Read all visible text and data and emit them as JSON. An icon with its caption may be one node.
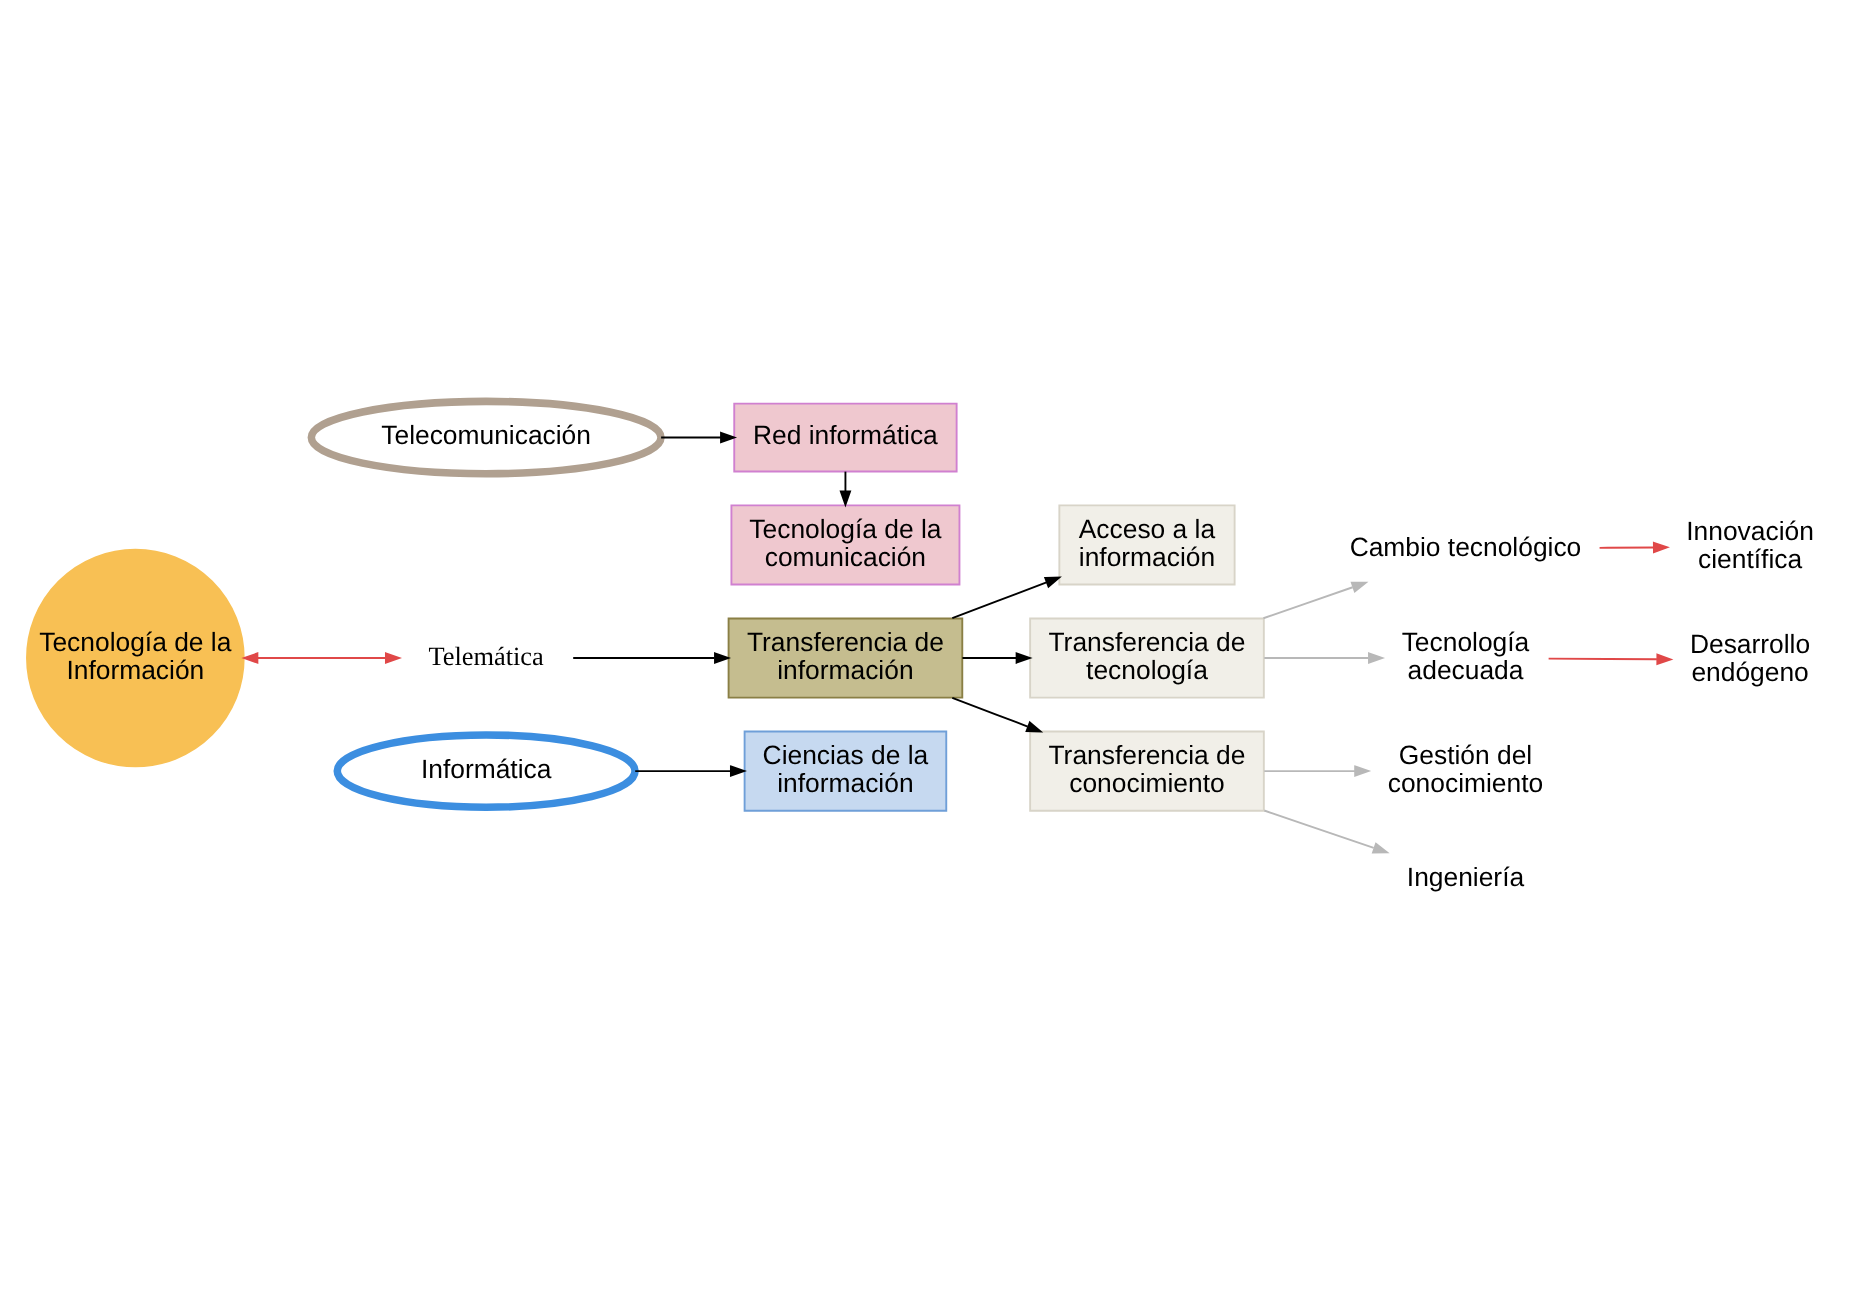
{
  "diagram": {
    "nodes": [
      {
        "text": [
          "Ciencias de la información"
        ]
      },
      {
        "text": [
          "Tecnología de la Información"
        ]
      },
      {
        "text": [
          "Informática"
        ]
      },
      {
        "text": [
          "Telemática"
        ]
      },
      {
        "text": [
          "Telecomunicación"
        ]
      },
      {
        "text": [
          "Red informática"
        ]
      },
      {
        "text": [
          "Tecnología de la comunicación"
        ]
      },
      {
        "text": [
          "Transferencia de información"
        ]
      },
      {
        "text": [
          "Acceso a la información"
        ]
      },
      {
        "text": [
          "Transferencia de tecnología"
        ]
      },
      {
        "text": [
          "Cambio tecnológico"
        ]
      },
      {
        "text": [
          "Innovación científica"
        ]
      },
      {
        "text": [
          "Tecnología adecuada"
        ]
      },
      {
        "text": [
          "Desarrollo endógeno"
        ]
      },
      {
        "text": [
          "Transferencia de conocimiento"
        ]
      },
      {
        "text": [
          "Gestión del conocimiento"
        ]
      },
      {
        "text": [
          "Ingeniería"
        ]
      }
    ],
    "edges": [
      {
        "from": 2,
        "to": 0,
        "arrow": "to"
      },
      {
        "from": 1,
        "to": 3,
        "arrow": "both",
        "color": "#e04848"
      },
      {
        "from": 3,
        "to": 7,
        "arrow": "to"
      },
      {
        "from": 4,
        "to": 5,
        "arrow": "to"
      },
      {
        "from": 5,
        "to": 6,
        "arrow": "to"
      },
      {
        "from": 7,
        "to": 8,
        "arrow": "to"
      },
      {
        "from": 7,
        "to": 9,
        "arrow": "to"
      },
      {
        "from": 7,
        "to": 14,
        "arrow": "to"
      },
      {
        "from": 9,
        "to": 10,
        "arrow": "to",
        "color": "#b8b8b8"
      },
      {
        "from": 9,
        "to": 12,
        "arrow": "to",
        "color": "#b8b8b8"
      },
      {
        "from": 10,
        "to": 11,
        "arrow": "to",
        "color": "#e04848"
      },
      {
        "from": 12,
        "to": 13,
        "arrow": "to",
        "color": "#e04848"
      },
      {
        "from": 14,
        "to": 15,
        "arrow": "to",
        "color": "#b8b8b8"
      },
      {
        "from": 14,
        "to": 16,
        "arrow": "to",
        "color": "#b8b8b8"
      }
    ]
  }
}
